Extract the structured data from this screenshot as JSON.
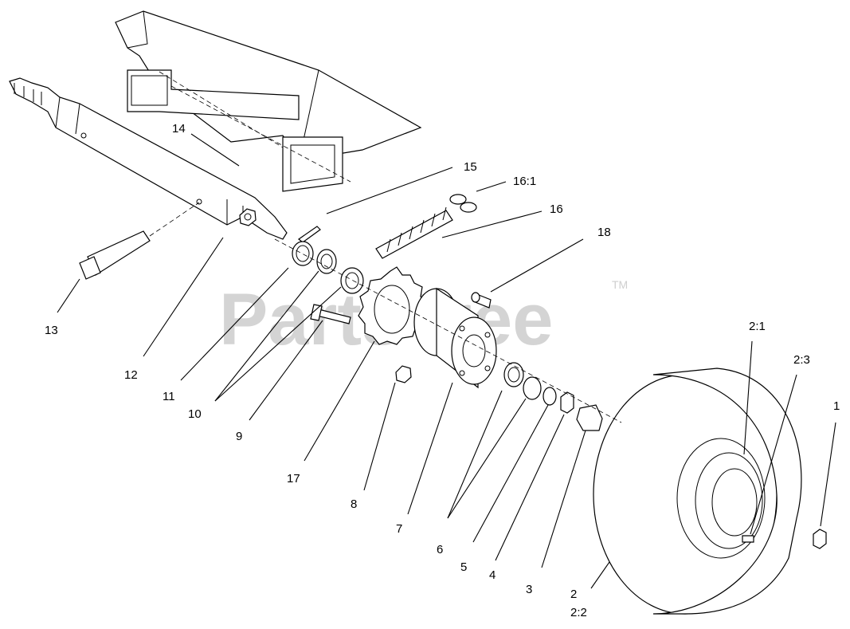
{
  "watermark": {
    "text": "PartsTree",
    "trademark": "TM"
  },
  "callouts": [
    {
      "id": "c1",
      "label": "1"
    },
    {
      "id": "c2",
      "label": "2"
    },
    {
      "id": "c2-1",
      "label": "2:1"
    },
    {
      "id": "c2-2",
      "label": "2:2"
    },
    {
      "id": "c2-3",
      "label": "2:3"
    },
    {
      "id": "c3",
      "label": "3"
    },
    {
      "id": "c4",
      "label": "4"
    },
    {
      "id": "c5",
      "label": "5"
    },
    {
      "id": "c6",
      "label": "6"
    },
    {
      "id": "c7",
      "label": "7"
    },
    {
      "id": "c8",
      "label": "8"
    },
    {
      "id": "c9",
      "label": "9"
    },
    {
      "id": "c10",
      "label": "10"
    },
    {
      "id": "c11",
      "label": "11"
    },
    {
      "id": "c12",
      "label": "12"
    },
    {
      "id": "c13",
      "label": "13"
    },
    {
      "id": "c14",
      "label": "14"
    },
    {
      "id": "c15",
      "label": "15"
    },
    {
      "id": "c16",
      "label": "16"
    },
    {
      "id": "c16-1",
      "label": "16:1"
    },
    {
      "id": "c17",
      "label": "17"
    },
    {
      "id": "c18",
      "label": "18"
    }
  ]
}
